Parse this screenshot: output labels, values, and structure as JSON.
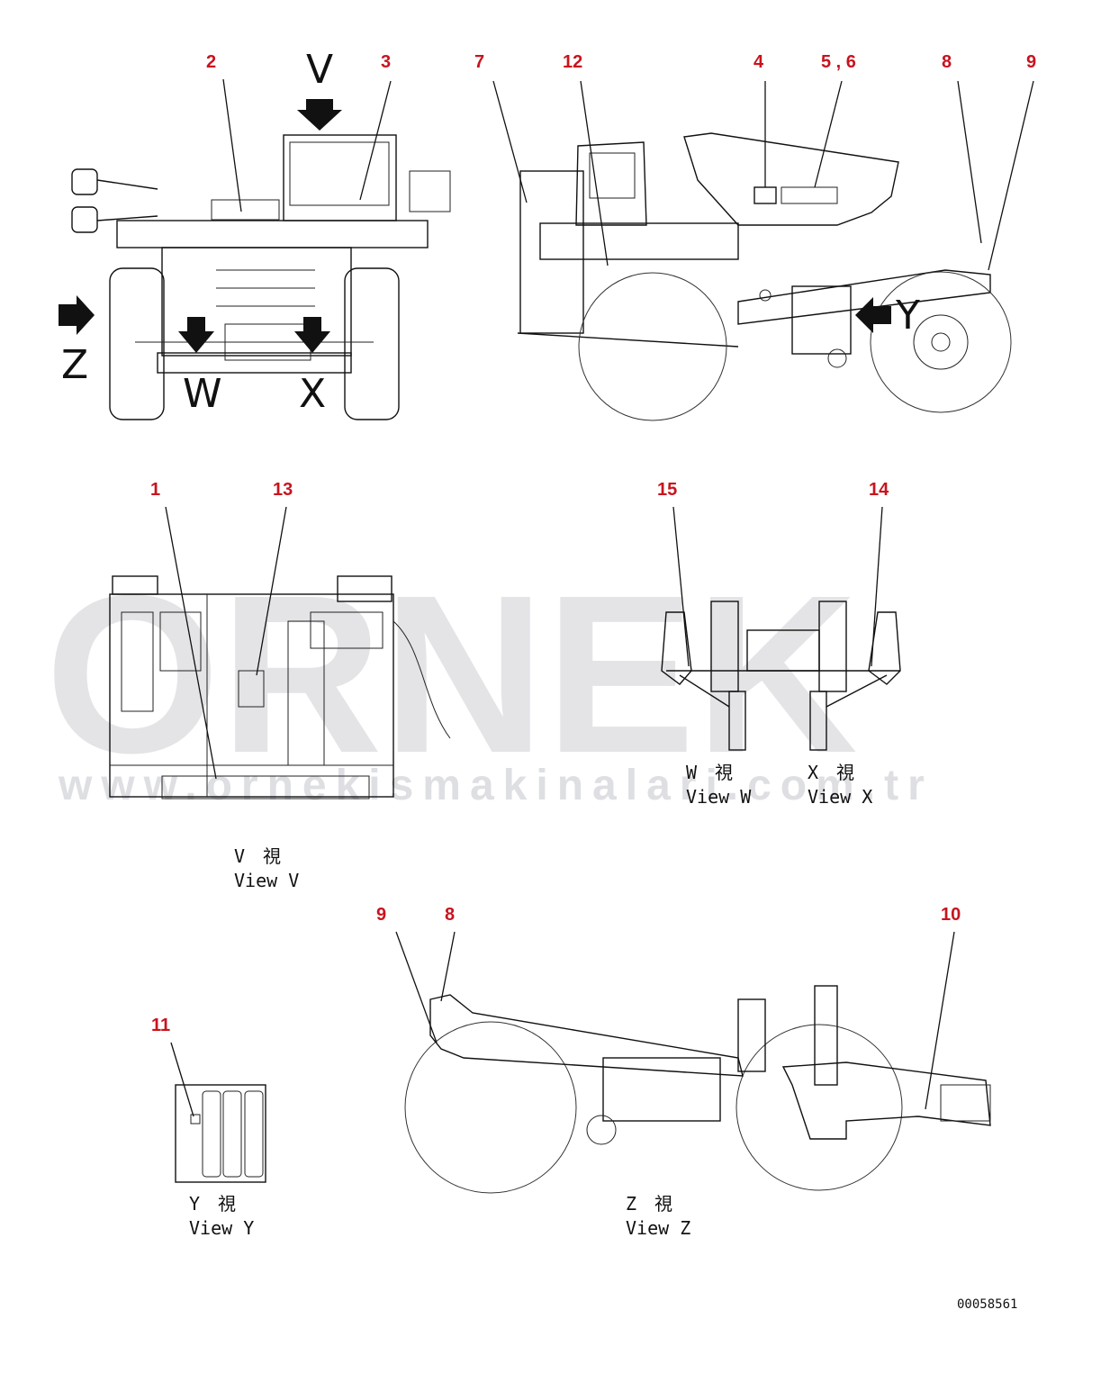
{
  "watermark": {
    "big_text": "ORNEK",
    "url_text": "www.ornekismakinalari.com.tr"
  },
  "callouts": {
    "c2": "2",
    "c3": "3",
    "c7": "7",
    "c12": "12",
    "c4": "4",
    "c56": "5 , 6",
    "c8a": "8",
    "c9a": "9",
    "c1": "1",
    "c13": "13",
    "c15": "15",
    "c14": "14",
    "c9b": "9",
    "c8b": "8",
    "c10": "10",
    "c11": "11"
  },
  "direction_arrows": {
    "v": "V",
    "z": "Z",
    "w": "W",
    "x": "X",
    "y": "Y"
  },
  "view_captions": {
    "w_jp": "W　視",
    "w_en": "View W",
    "x_jp": "X　視",
    "x_en": "View X",
    "v_jp": "V　視",
    "v_en": "View V",
    "y_jp": "Y　視",
    "y_en": "View Y",
    "z_jp": "Z　視",
    "z_en": "View Z"
  },
  "document_id": "00058561",
  "colors": {
    "callout": "#c8141e",
    "line": "#111111",
    "watermark": "#d9dade"
  }
}
